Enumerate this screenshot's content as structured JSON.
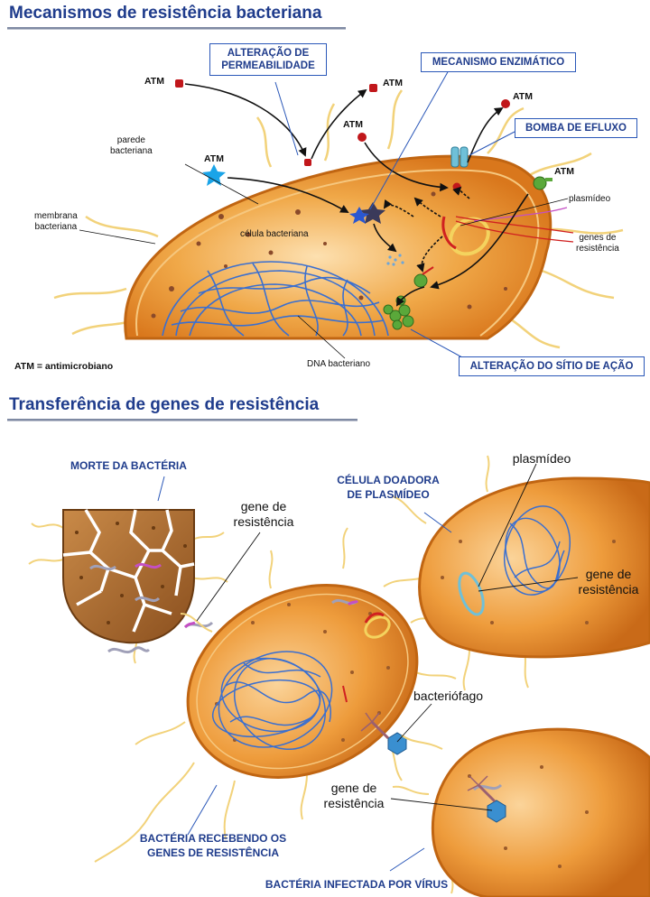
{
  "section1": {
    "title": "Mecanismos de resistência bacteriana",
    "boxes": {
      "permeability": [
        "ALTERAÇÃO DE",
        "PERMEABILIDADE"
      ],
      "enzymatic": "MECANISMO ENZIMÁTICO",
      "efflux": "BOMBA DE EFLUXO",
      "site": "ALTERAÇÃO DO SÍTIO DE AÇÃO"
    },
    "labels": {
      "atm": "ATM",
      "wall": [
        "parede",
        "bacteriana"
      ],
      "membrane": [
        "membrana",
        "bacteriana"
      ],
      "cell": "célula bacteriana",
      "plasmid": "plasmídeo",
      "genes": [
        "genes de",
        "resistência"
      ],
      "dna": "DNA bacteriano",
      "legend": "ATM = antimicrobiano"
    }
  },
  "section2": {
    "title": "Transferência de genes de resistência",
    "captions": {
      "death": "MORTE DA BACTÉRIA",
      "donor": [
        "CÉLULA DOADORA",
        "DE PLASMÍDEO"
      ],
      "receiving": [
        "BACTÉRIA RECEBENDO OS",
        "GENES DE RESISTÊNCIA"
      ],
      "infected": "BACTÉRIA INFECTADA POR VÍRUS"
    },
    "labels": {
      "gene": [
        "gene de",
        "resistência"
      ],
      "plasmid": "plasmídeo",
      "phage": "bacteriófago"
    }
  },
  "colors": {
    "title": "#1f3c8c",
    "box_border": "#2a57b8",
    "cell_fill": "#e8932e",
    "cell_outline": "#c06512",
    "dna": "#3a6fd0",
    "flagella": "#f2d27a",
    "resistance_gene": "#d02020"
  }
}
